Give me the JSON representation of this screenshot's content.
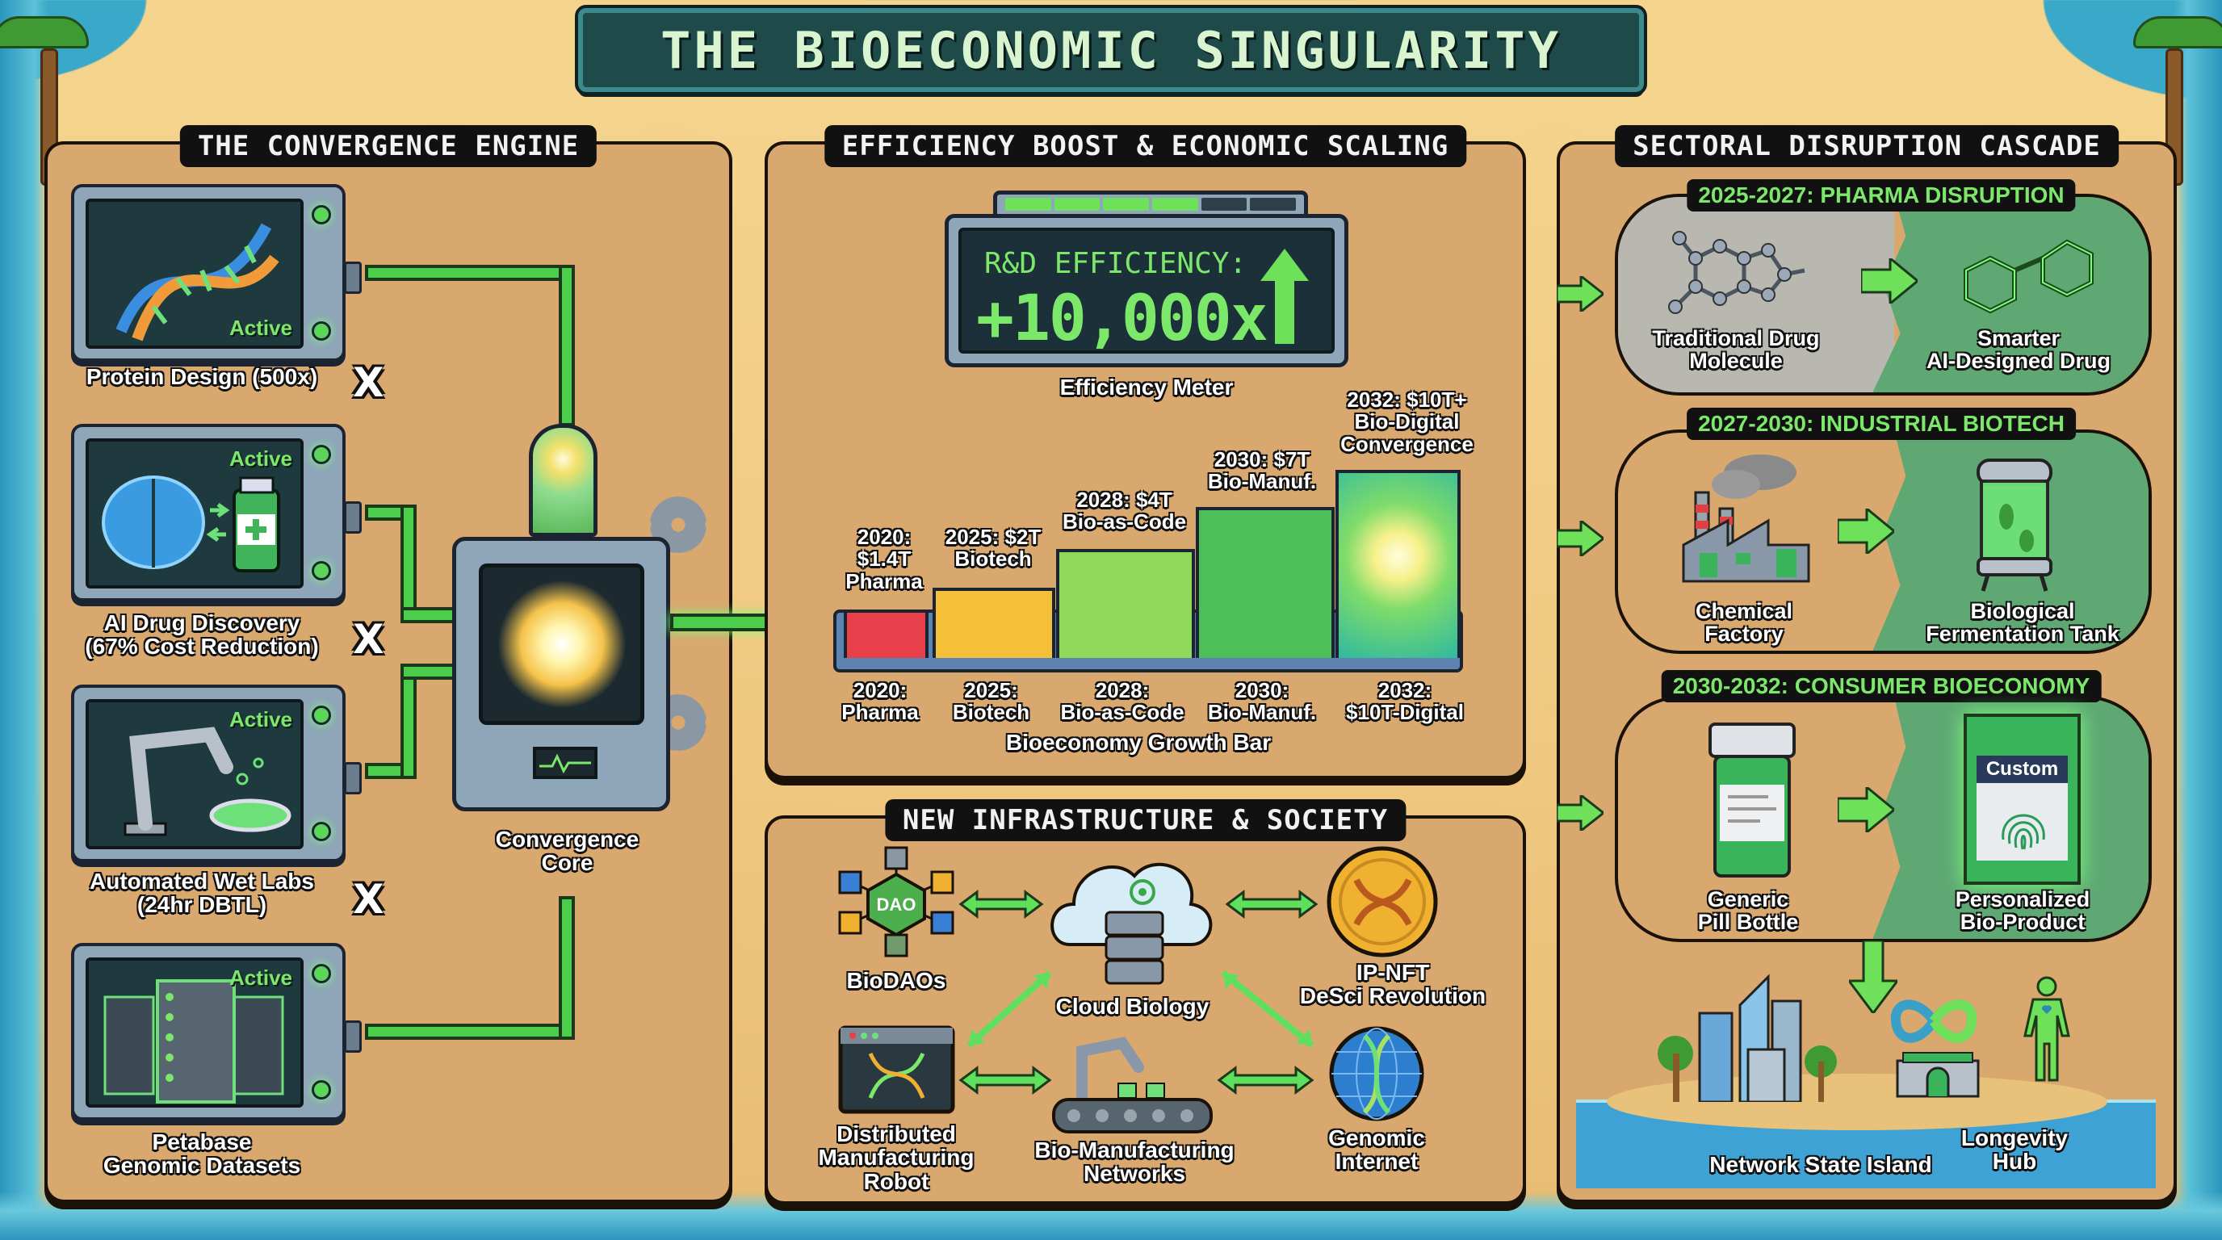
{
  "title": "THE BIOECONOMIC SINGULARITY",
  "panels": {
    "convergence_engine": {
      "header": "THE CONVERGENCE ENGINE",
      "inputs": [
        {
          "label": "Protein Design (500x)",
          "status": "Active",
          "icon": "dna-helix-icon"
        },
        {
          "label": "AI Drug Discovery\n(67% Cost Reduction)",
          "status": "Active",
          "icon": "brain-medicine-icon"
        },
        {
          "label": "Automated Wet Labs\n(24hr DBTL)",
          "status": "Active",
          "icon": "robot-arm-petri-icon"
        },
        {
          "label": "Petabase\nGenomic Datasets",
          "status": "Active",
          "icon": "server-rack-icon"
        }
      ],
      "multiply_symbol": "X",
      "core_label": "Convergence\nCore"
    },
    "efficiency": {
      "header": "EFFICIENCY BOOST & ECONOMIC SCALING",
      "meter": {
        "title": "R&D EFFICIENCY:",
        "value": "+10,000x",
        "caption": "Efficiency Meter",
        "segments_total": 6,
        "segments_on": 4
      },
      "growth_caption": "Bioeconomy Growth Bar"
    },
    "infrastructure": {
      "header": "NEW INFRASTRUCTURE & SOCIETY",
      "nodes": [
        {
          "label": "BioDAOs",
          "icon": "dao-network-icon"
        },
        {
          "label": "Cloud Biology",
          "icon": "cloud-server-icon"
        },
        {
          "label": "IP-NFT\nDeSci Revolution",
          "icon": "dna-coin-icon"
        },
        {
          "label": "Distributed\nManufacturing\nRobot",
          "icon": "dna-terminal-icon"
        },
        {
          "label": "Bio-Manufacturing\nNetworks",
          "icon": "conveyor-robot-icon"
        },
        {
          "label": "Genomic\nInternet",
          "icon": "dna-globe-icon"
        }
      ]
    },
    "sectoral": {
      "header": "SECTORAL DISRUPTION CASCADE",
      "stages": [
        {
          "tag": "2025-2027: PHARMA DISRUPTION",
          "from": "Traditional Drug\nMolecule",
          "to": "Smarter\nAI-Designed Drug"
        },
        {
          "tag": "2027-2030: INDUSTRIAL BIOTECH",
          "from": "Chemical\nFactory",
          "to": "Biological\nFermentation Tank"
        },
        {
          "tag": "2030-2032: CONSUMER BIOECONOMY",
          "from": "Generic\nPill Bottle",
          "to": "Personalized\nBio-Product",
          "badge": "Custom"
        }
      ],
      "outcome": {
        "island": "Network State Island",
        "hub": "Longevity\nHub"
      }
    }
  },
  "chart_data": {
    "type": "bar",
    "title": "Bioeconomy Growth Bar",
    "categories": [
      "2020: Pharma",
      "2025: Biotech",
      "2028: Bio-as-Code",
      "2030: Bio-Manuf.",
      "2032: $10T-Digital"
    ],
    "top_labels": [
      "2020:\n$1.4T\nPharma",
      "2025: $2T\nBiotech",
      "2028: $4T\nBio-as-Code",
      "2030: $7T\nBio-Manuf.",
      "2032: $10T+\nBio-Digital\nConvergence"
    ],
    "bottom_labels": [
      "2020:\nPharma",
      "2025:\nBiotech",
      "2028:\nBio-as-Code",
      "2030:\nBio-Manuf.",
      "2032:\n$10T-Digital"
    ],
    "values": [
      1.4,
      2,
      4,
      7,
      10
    ],
    "unit": "$T",
    "colors": [
      "#e8404a",
      "#f4c03a",
      "#8fd95a",
      "#4cbf5a",
      "#2fb8a0"
    ],
    "xlabel": "",
    "ylabel": ""
  },
  "colors": {
    "accent_green": "#7ce86a",
    "pipe_green": "#4ccd4c",
    "panel_bg": "#d9a86e",
    "title_bg": "#1f4a4a",
    "sand": "#f5d58e",
    "water": "#3aa8c8"
  }
}
